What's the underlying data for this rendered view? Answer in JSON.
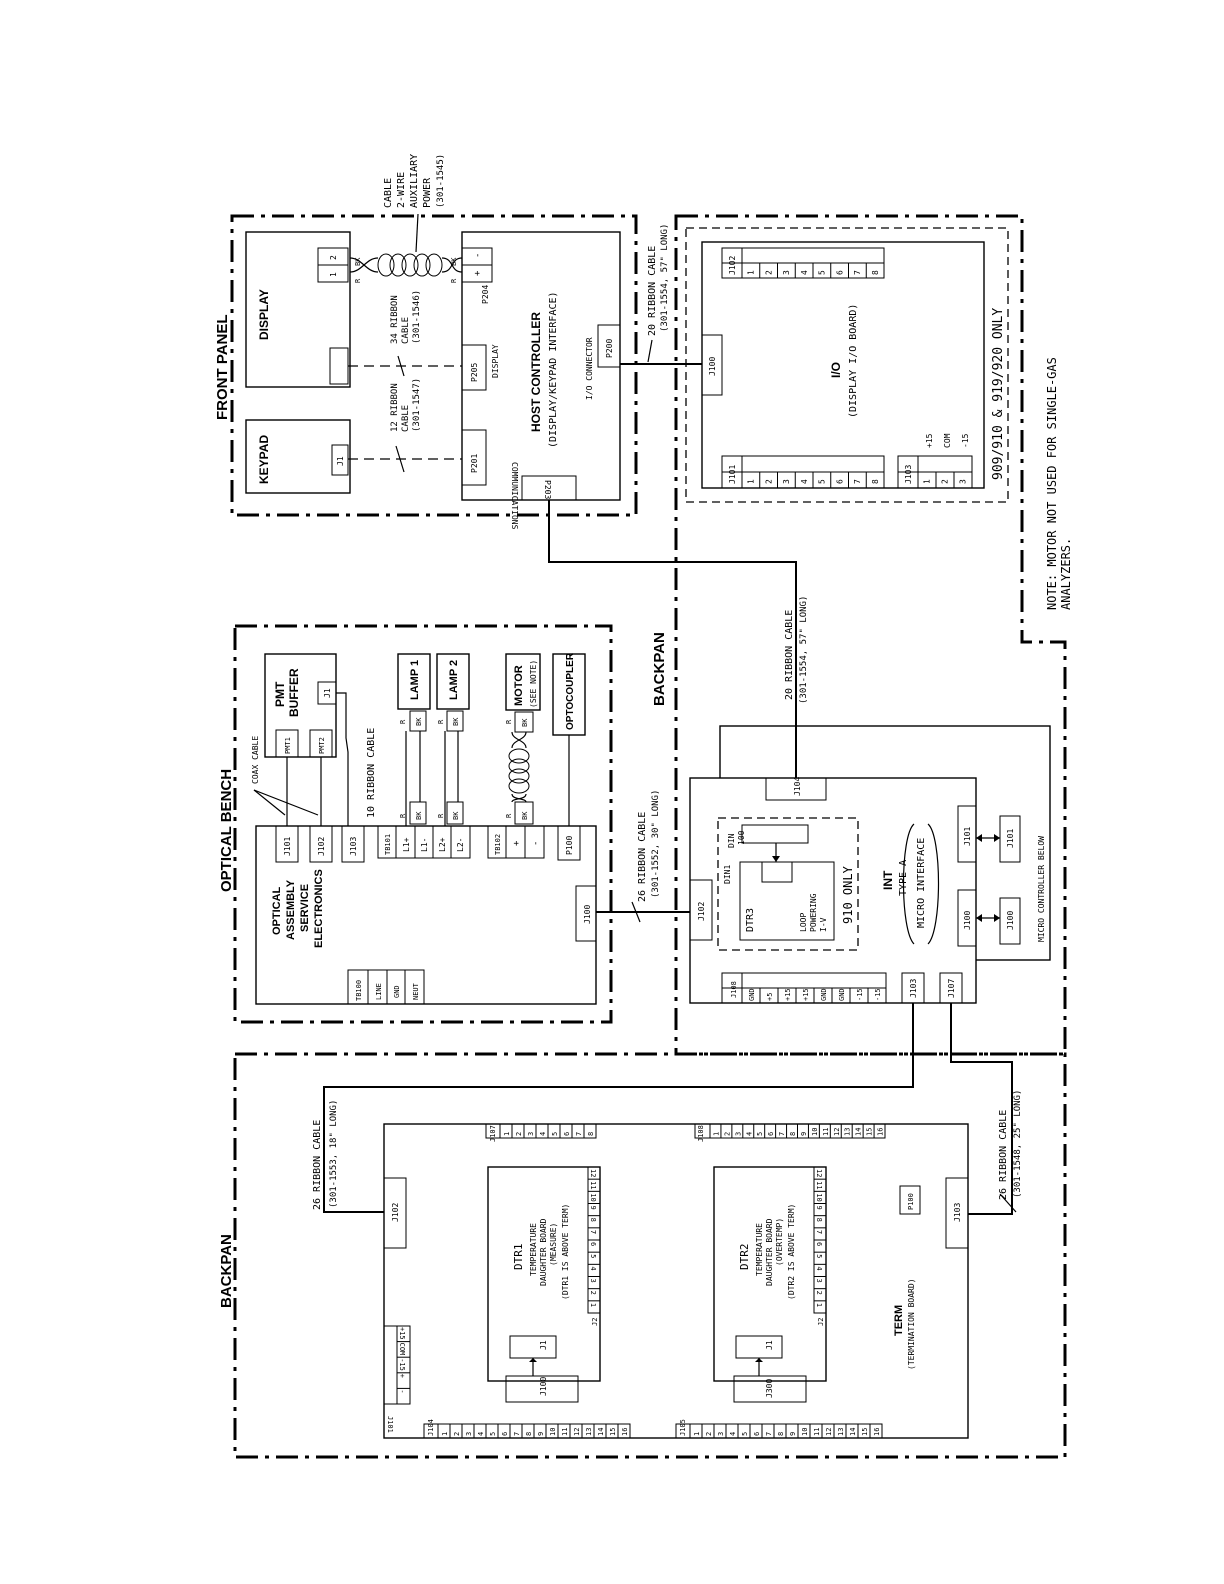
{
  "panels": {
    "front_panel": "FRONT PANEL",
    "optical_bench": "OPTICAL BENCH",
    "backpan_top": "BACKPAN",
    "backpan_bottom": "BACKPAN"
  },
  "front": {
    "display": "DISPLAY",
    "display_pins": [
      "2",
      "1"
    ],
    "keypad": "KEYPAD",
    "keypad_j1": "J1",
    "wire_bk": "BK",
    "wire_r": "R",
    "aux_cable": [
      "CABLE",
      "2-WIRE",
      "AUXILIARY",
      "POWER",
      "(301-1545)"
    ],
    "ribbon34": [
      "34 RIBBON",
      "CABLE",
      "(301-1546)"
    ],
    "ribbon12": [
      "12 RIBBON",
      "CABLE",
      "(301-1547)"
    ],
    "host_title": "HOST CONTROLLER",
    "host_subtitle": "(DISPLAY/KEYPAD INTERFACE)",
    "p204": "P204",
    "p204_pins": [
      "-",
      "+"
    ],
    "p205": "P205",
    "p201": "P201",
    "p203": "P203",
    "p200": "P200",
    "display_label": "DISPLAY",
    "io_connector": "I/O CONNECTOR",
    "communications": "COMMUNICATIONS",
    "ribbon20_top": [
      "20 RIBBON CABLE",
      "(301-1554, 57\" LONG)"
    ]
  },
  "io": {
    "title": "I/O",
    "subtitle": "(DISPLAY I/O BOARD)",
    "j102": "J102",
    "j102_pins": [
      "1",
      "2",
      "3",
      "4",
      "5",
      "6",
      "7",
      "8"
    ],
    "j100": "J100",
    "j101": "J101",
    "j101_pins": [
      "1",
      "2",
      "3",
      "4",
      "5",
      "6",
      "7",
      "8"
    ],
    "j103": "J103",
    "j103_pins": [
      "1",
      "2",
      "3"
    ],
    "j103_labels": [
      "+15",
      "COM",
      "-15"
    ],
    "only_note": "909/910 & 919/920 ONLY"
  },
  "note": [
    "NOTE: MOTOR NOT USED FOR SINGLE-GAS",
    "ANALYZERS."
  ],
  "optical": {
    "pmt_buffer": [
      "PMT",
      "BUFFER"
    ],
    "pmt_j1": "J1",
    "pmt1": "PMT1",
    "pmt2": "PMT2",
    "coax": "COAX CABLE",
    "ribbon10": "10 RIBBON CABLE",
    "lamp1": "LAMP 1",
    "lamp2": "LAMP 2",
    "motor": "MOTOR",
    "see_note": "(SEE NOTE)",
    "optocoupler": "OPTOCOUPLER",
    "bk": "BK",
    "r": "R",
    "ose": [
      "OPTICAL",
      "ASSEMBLY",
      "SERVICE",
      "ELECTRONICS"
    ],
    "j101": "J101",
    "j102": "J102",
    "j103": "J103",
    "tb101": "TB101",
    "tb101_pins": [
      "L1+",
      "L1-",
      "L2+",
      "L2-"
    ],
    "tb102": "TB102",
    "tb102_pins": [
      "+",
      "-"
    ],
    "p100": "P100",
    "j100": "J100",
    "tb100": "TB100",
    "tb100_pins": [
      "LINE",
      "GND",
      "NEUT"
    ]
  },
  "int": {
    "ribbon26": [
      "26 RIBBON CABLE",
      "(301-1552, 30\" LONG)"
    ],
    "ribbon20": [
      "20 RIBBON CABLE",
      "(301-1554, 57\" LONG)"
    ],
    "j104": "J104",
    "j102": "J102",
    "din100": [
      "DIN",
      "100"
    ],
    "din1": "DIN1",
    "dtr3": "DTR3",
    "loop": [
      "LOOP",
      "POWERING",
      "I-V"
    ],
    "only910": "910 ONLY",
    "title": "INT",
    "subtitle": "TYPE A",
    "subtitle2": "MICRO INTERFACE",
    "j101": "J101",
    "j100": "J100",
    "micro_note": "MICRO CONTROLLER BELOW",
    "j108": "J108",
    "j108_pins": [
      "GND",
      "+5",
      "+15",
      "+15",
      "GND",
      "GND",
      "-15",
      "-15"
    ],
    "j103": "J103",
    "j107": "J107"
  },
  "term": {
    "ribbon26a": [
      "26 RIBBON CABLE",
      "(301-1553, 18\" LONG)"
    ],
    "ribbon26b": [
      "26 RIBBON CABLE",
      "(301-1548, 25\" LONG)"
    ],
    "j107": "J107",
    "j107_pins": [
      "1",
      "2",
      "3",
      "4",
      "5",
      "6",
      "7",
      "8"
    ],
    "j108": "J108",
    "j108_pins": [
      "1",
      "2",
      "3",
      "4",
      "5",
      "6",
      "7",
      "8",
      "9",
      "10",
      "11",
      "12",
      "13",
      "14",
      "15",
      "16"
    ],
    "j104": "J104",
    "j104_pins": [
      "1",
      "2",
      "3",
      "4",
      "5",
      "6",
      "7",
      "8",
      "9",
      "10",
      "11",
      "12",
      "13",
      "14",
      "15",
      "16"
    ],
    "j105": "J105",
    "j105_pins": [
      "1",
      "2",
      "3",
      "4",
      "5",
      "6",
      "7",
      "8",
      "9",
      "10",
      "11",
      "12",
      "13",
      "14",
      "15",
      "16"
    ],
    "j102": "J102",
    "j103": "J103",
    "p100": "P100",
    "j101": "J101",
    "j101_pins": [
      "-",
      "+",
      "-15",
      "COM",
      "+15"
    ],
    "j2": "J2",
    "j1": "J1",
    "dtr_pins": [
      "1",
      "2",
      "3",
      "4",
      "5",
      "6",
      "7",
      "8",
      "9",
      "10",
      "11",
      "12"
    ],
    "dtr1": [
      "DTR1",
      "TEMPERATURE",
      "DAUGHTER BOARD",
      "(MEASURE)",
      "(DTR1 IS ABOVE TERM)"
    ],
    "dtr2": [
      "DTR2",
      "TEMPERATURE",
      "DAUGHTER BOARD",
      "(OVERTEMP)",
      "(DTR2 IS ABOVE TERM)"
    ],
    "j100": "J100",
    "j300": "J300",
    "title": "TERM",
    "subtitle": "(TERMINATION BOARD)"
  }
}
